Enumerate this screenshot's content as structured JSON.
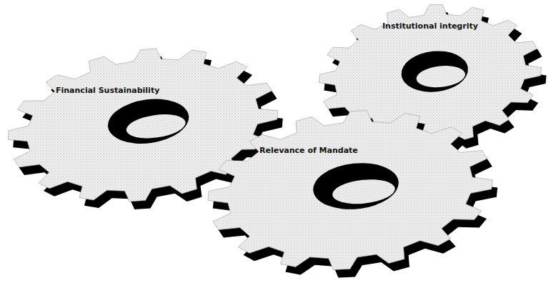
{
  "diagram": {
    "nodes": [
      {
        "text": [
          "Financial Sustainability"
        ]
      },
      {
        "text": [
          "Institutional integrity"
        ]
      },
      {
        "text": [
          "Relevance of Mandate"
        ]
      }
    ]
  }
}
